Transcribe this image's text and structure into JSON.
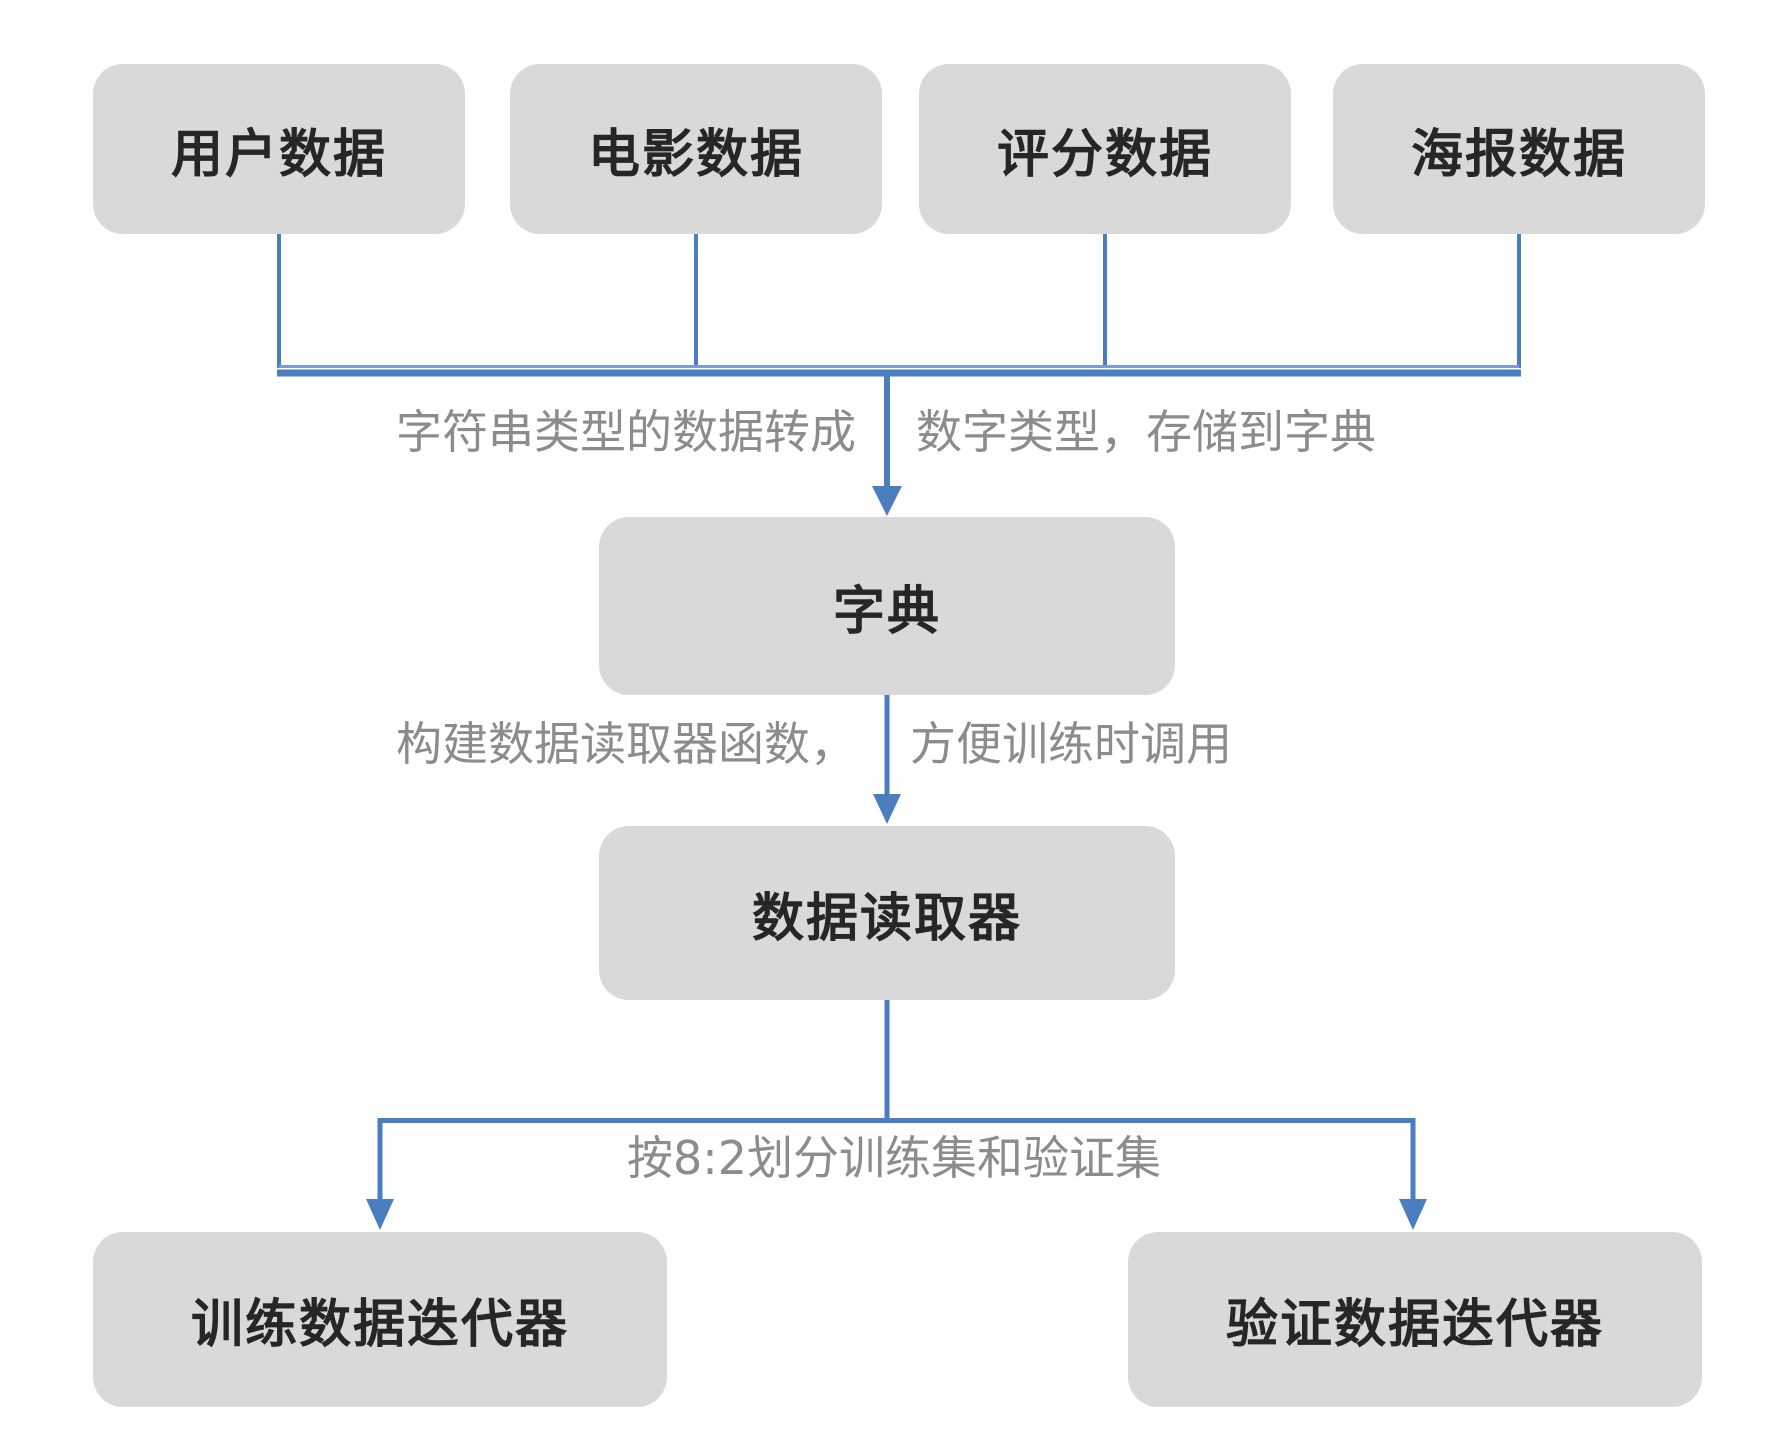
{
  "diagram": {
    "title_none": "",
    "colors": {
      "background": "#ffffff",
      "node_fill": "#d9d9d9",
      "node_text": "#262626",
      "label_text": "#8c8c8c",
      "connector_blue": "#4a7ebf"
    },
    "sources": [
      {
        "label": "用户数据"
      },
      {
        "label": "电影数据"
      },
      {
        "label": "评分数据"
      },
      {
        "label": "海报数据"
      }
    ],
    "step1_label": {
      "left": "字符串类型的数据转成",
      "right": "数字类型，存储到字典"
    },
    "dictionary": {
      "label": "字典"
    },
    "step2_label": {
      "left": "构建数据读取器函数，",
      "right": "方便训练时调用"
    },
    "reader": {
      "label": "数据读取器"
    },
    "split_label": "按8:2划分训练集和验证集",
    "outputs": [
      {
        "label": "训练数据迭代器"
      },
      {
        "label": "验证数据迭代器"
      }
    ]
  }
}
